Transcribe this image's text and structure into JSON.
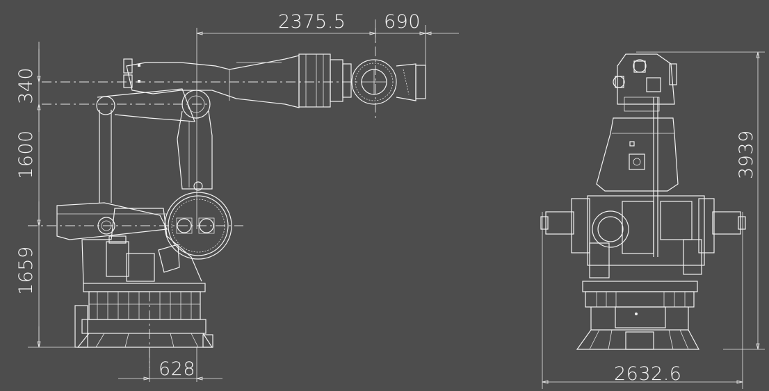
{
  "dimensions": {
    "reach_main": "2375.5",
    "reach_wrist": "690",
    "height_offset_top": "340",
    "height_arm": "1600",
    "height_base": "1659",
    "base_offset": "628",
    "total_height": "3939",
    "total_width": "2632.6"
  },
  "colors": {
    "background": "#4d4d4d",
    "line": "#f2f2f2"
  }
}
